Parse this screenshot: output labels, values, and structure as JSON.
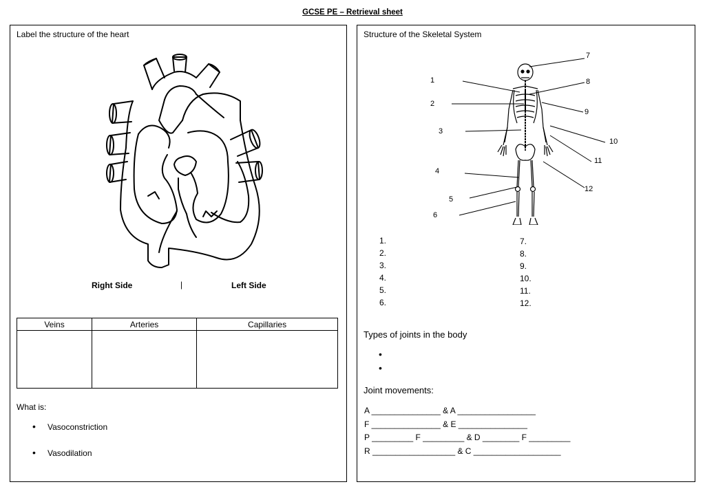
{
  "page": {
    "title": "GCSE PE – Retrieval sheet"
  },
  "left": {
    "heart_heading": "Label the structure of the heart",
    "right_side": "Right Side",
    "divider": "|",
    "left_side": "Left Side",
    "table": {
      "headers": [
        "Veins",
        "Arteries",
        "Capillaries"
      ]
    },
    "what_is": "What is:",
    "bullets": [
      "Vasoconstriction",
      "Vasodilation"
    ]
  },
  "right": {
    "skeleton_heading": "Structure of the Skeletal System",
    "diagram_numbers": [
      "1",
      "2",
      "3",
      "4",
      "5",
      "6",
      "7",
      "8",
      "9",
      "10",
      "11",
      "12"
    ],
    "answer_list_left": [
      "1.",
      "2.",
      "3.",
      "4.",
      "5.",
      "6."
    ],
    "answer_list_right": [
      "7.",
      "8.",
      "9.",
      "10.",
      "11.",
      "12."
    ],
    "joints_heading": "Types of joints in the body",
    "joint_bullets": [
      "",
      ""
    ],
    "joint_movements_heading": "Joint movements:",
    "joint_movement_lines": [
      "A _______________ & A _________________",
      "F _______________ & E _______________",
      "P _________ F _________ & D ________ F _________",
      "R __________________ & C ___________________"
    ]
  }
}
